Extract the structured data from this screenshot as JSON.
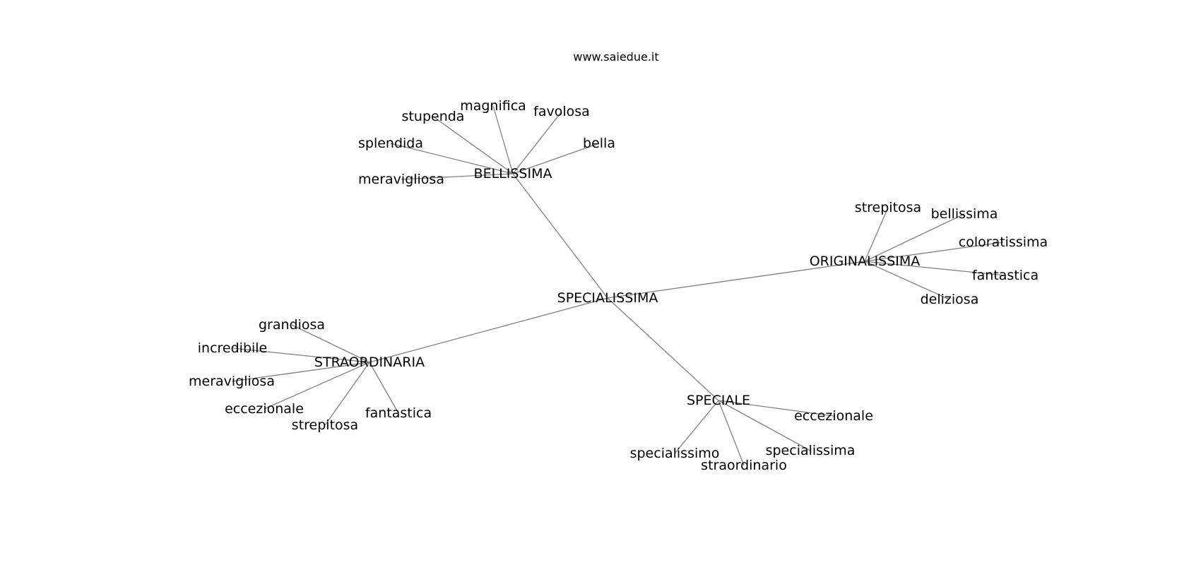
{
  "header": {
    "site": "www.saiedue.it"
  },
  "graph": {
    "edge_color": "#808080",
    "text_color": "#000000",
    "background": "#ffffff",
    "root": "SPECIALISSIMA",
    "hubs": [
      {
        "id": "bellissima-hub",
        "label": "BELLISSIMA",
        "leaves": [
          "stupenda",
          "magnifica",
          "favolosa",
          "splendida",
          "bella",
          "meravigliosa"
        ]
      },
      {
        "id": "originalissima-hub",
        "label": "ORIGINALISSIMA",
        "leaves": [
          "strepitosa",
          "bellissima",
          "coloratissima",
          "fantastica",
          "deliziosa"
        ]
      },
      {
        "id": "straordinaria-hub",
        "label": "STRAORDINARIA",
        "leaves": [
          "grandiosa",
          "incredibile",
          "meravigliosa",
          "eccezionale",
          "strepitosa",
          "fantastica"
        ]
      },
      {
        "id": "speciale-hub",
        "label": "SPECIALE",
        "leaves": [
          "eccezionale",
          "specialissimo",
          "straordinario",
          "specialissima"
        ]
      }
    ]
  }
}
